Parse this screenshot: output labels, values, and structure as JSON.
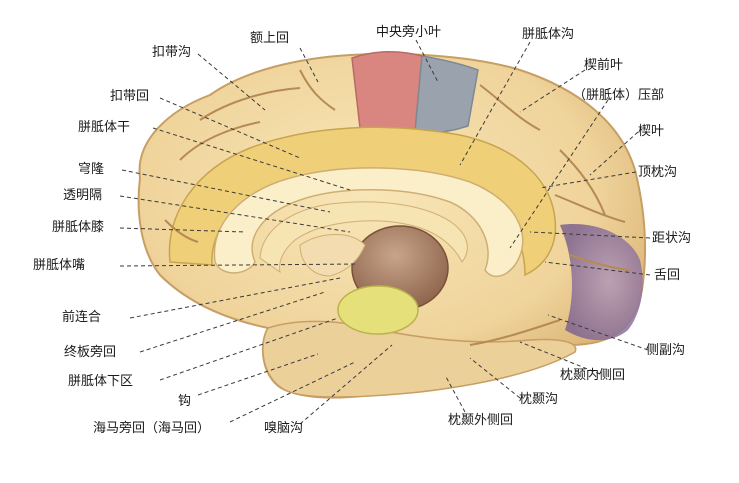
{
  "labels": {
    "e_shang_hui": "额上回",
    "zhong_yang_pang_xiao_ye": "中央旁小叶",
    "pian_zhi_ti_gou": "胼胝体沟",
    "kou_dai_gou": "扣带沟",
    "xie_qian_ye": "楔前叶",
    "pian_zhi_ti_ya_bu": "（胼胝体）压部",
    "kou_dai_hui": "扣带回",
    "pian_zhi_ti_gan": "胼胝体干",
    "xie_ye": "楔叶",
    "qiong_long": "穹隆",
    "ding_zhen_gou": "顶枕沟",
    "tou_ming_ge": "透明隔",
    "pian_zhi_ti_xi": "胼胝体膝",
    "ju_zhuang_gou": "距状沟",
    "pian_zhi_ti_zui": "胼胝体嘴",
    "she_hui": "舌回",
    "qian_lian_he": "前连合",
    "ce_fu_gou": "侧副沟",
    "zhong_ban_pang_hui": "终板旁回",
    "pian_zhi_ti_xia_qu": "胼胝体下区",
    "zhen_nie_nei_ce_hui": "枕颞内侧回",
    "gou": "钩",
    "zhen_nie_gou": "枕颞沟",
    "hai_ma_pang_hui": "海马旁回（海马回）",
    "xiu_nao_gou": "嗅脑沟",
    "zhen_nie_wai_ce_hui": "枕颞外侧回"
  },
  "colors": {
    "cortex": "#f2d9a4",
    "cortex_shadow": "#d9b173",
    "corpus_callosum": "#fbefc9",
    "cingulate": "#efd078",
    "paracentral_red": "#d98580",
    "paracentral_gray": "#9aa3ad",
    "occipital_purple": "#9c80a6",
    "uncus": "#e6e07a",
    "line": "#3a3a3a"
  }
}
